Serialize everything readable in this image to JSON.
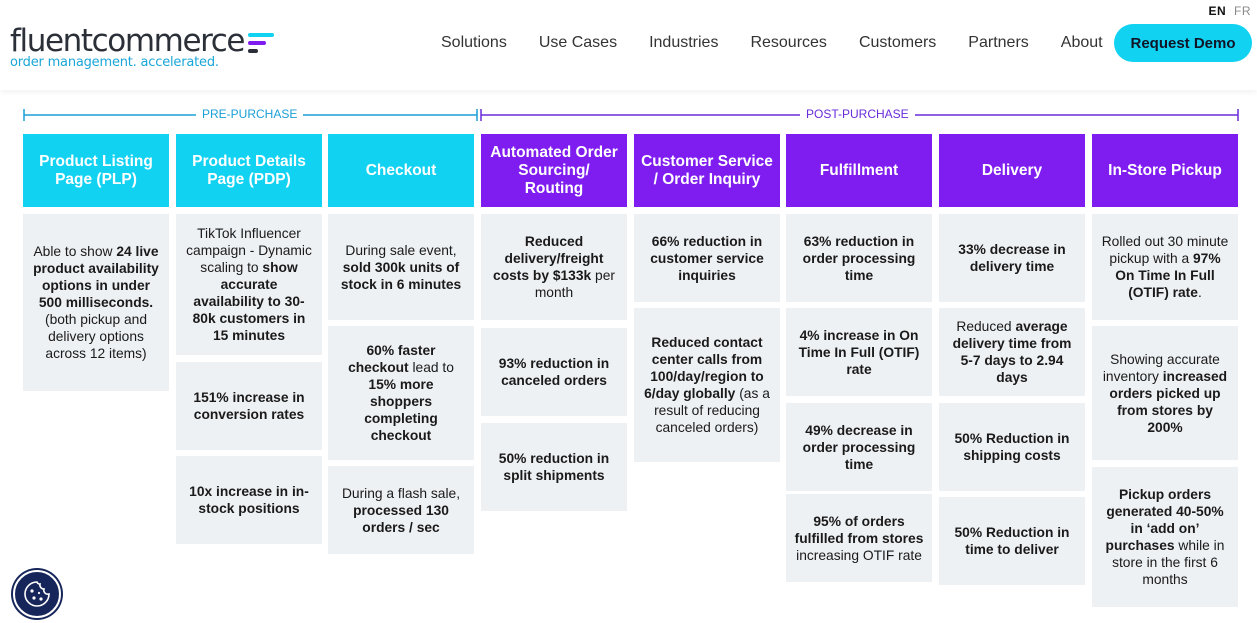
{
  "language": {
    "active": "EN",
    "inactive": "FR"
  },
  "brand": {
    "name": "fluentcommerce",
    "tagline": "order management. accelerated.",
    "bar_colors": [
      "#12d2f2",
      "#7f1cf0",
      "#2b2f38"
    ]
  },
  "nav": {
    "items": [
      "Solutions",
      "Use Cases",
      "Industries",
      "Resources",
      "Customers",
      "Partners",
      "About"
    ],
    "cta": "Request Demo"
  },
  "colors": {
    "pre_purchase": "#12d2f2",
    "post_purchase": "#7f1cf0",
    "card_bg": "#eef1f4",
    "cookie_bg": "#17265a"
  },
  "phases": {
    "pre": "PRE-PURCHASE",
    "post": "POST-PURCHASE"
  },
  "columns": [
    {
      "title": "Product Listing Page (PLP)",
      "phase": "pre",
      "cards": [
        "Able to show <b>24 live product availability options in under 500 milliseconds.</b> (both pickup and delivery options across 12 items)"
      ]
    },
    {
      "title": "Product Details Page (PDP)",
      "phase": "pre",
      "cards": [
        "TikTok Influencer campaign - Dynamic scaling to <b>show accurate availability to 30-80k customers in 15 minutes</b>",
        "<b>151% increase in conversion rates</b>",
        "<b>10x increase in in-stock positions</b>"
      ]
    },
    {
      "title": "Checkout",
      "phase": "pre",
      "cards": [
        "During sale event, <b>sold 300k units of stock in 6 minutes</b>",
        "<b>60% faster checkout</b> lead to <b>15% more shoppers completing checkout</b>",
        "During a flash sale, <b>processed 130 orders / sec</b>"
      ]
    },
    {
      "title": "Automated Order Sourcing/ Routing",
      "phase": "post",
      "cards": [
        "<b>Reduced delivery/freight costs by $133k</b> per month",
        "<b>93% reduction in canceled orders</b>",
        "<b>50% reduction in split shipments</b>"
      ]
    },
    {
      "title": "Customer Service / Order Inquiry",
      "phase": "post",
      "cards": [
        "<b>66% reduction in customer service inquiries</b>",
        "<b>Reduced contact center calls from 100/day/region to 6/day globally</b> (as a result of reducing canceled orders)"
      ]
    },
    {
      "title": "Fulfillment",
      "phase": "post",
      "cards": [
        "<b>63% reduction in order processing time</b>",
        "<b>4% increase in On Time In Full (OTIF) rate</b>",
        "<b>49% decrease in order processing time</b>",
        "<b>95% of orders fulfilled from stores</b> increasing OTIF rate"
      ]
    },
    {
      "title": "Delivery",
      "phase": "post",
      "cards": [
        "<b>33% decrease in delivery time</b>",
        "Reduced <b>average delivery time from 5-7 days to 2.94 days</b>",
        "<b>50% Reduction in shipping costs</b>",
        "<b>50% Reduction in time to deliver</b>"
      ]
    },
    {
      "title": "In-Store Pickup",
      "phase": "post",
      "cards": [
        "Rolled out 30 minute pickup with a <b>97% On Time In Full (OTIF) rate</b>.",
        "Showing accurate inventory <b>increased orders picked up from stores by 200%</b>",
        "<b>Pickup orders generated 40-50% in ‘add on’ purchases</b> while in store in the first 6 months"
      ]
    }
  ],
  "cookie_button": {
    "icon": "cookie-icon"
  }
}
